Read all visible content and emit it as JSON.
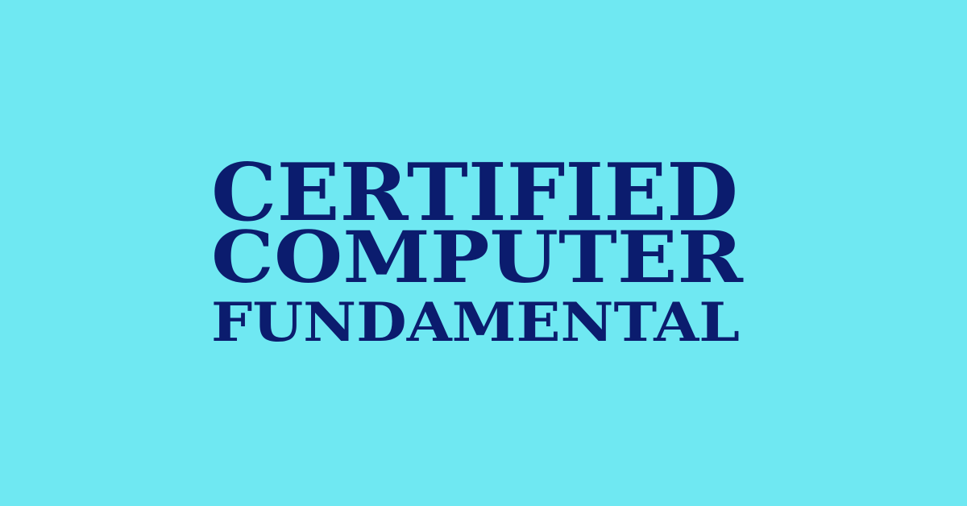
{
  "banner": {
    "background_color": "#6FE8F2",
    "text_color": "#0B1C6E",
    "title_lines": [
      "CERTIFIED",
      "COMPUTER",
      "FUNDAMENTAL"
    ]
  }
}
